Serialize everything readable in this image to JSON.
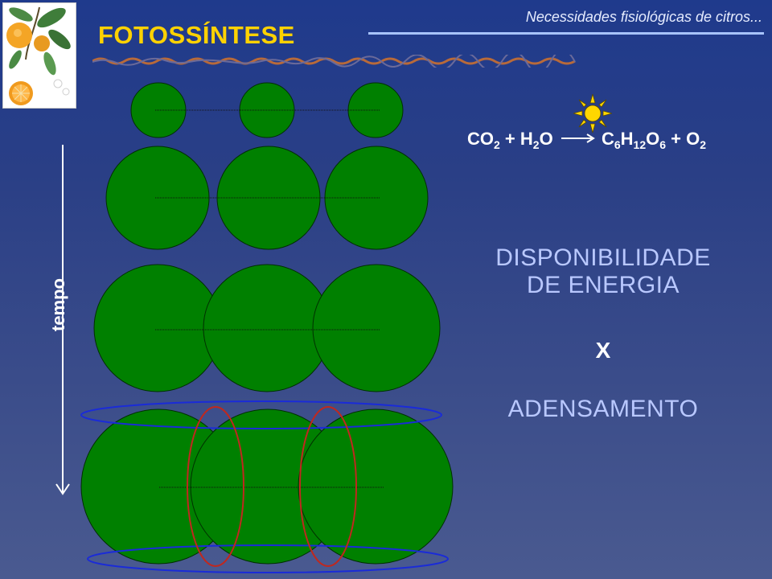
{
  "header": {
    "title": "FOTOSSÍNTESE",
    "subtitle": "Necessidades fisiológicas de citros..."
  },
  "timeline": {
    "label": "tempo"
  },
  "equation": {
    "co2_base": "CO",
    "co2_sub": "2",
    "plus1": "+",
    "h2o_h": "H",
    "h2o_sub": "2",
    "h2o_o": "O",
    "glucose_c": "C",
    "glucose_c_sub": "6",
    "glucose_h": "H",
    "glucose_h_sub": "12",
    "glucose_o": "O",
    "glucose_o_sub": "6",
    "plus2": "+",
    "o2_base": "O",
    "o2_sub": "2"
  },
  "right_text": {
    "line1": "DISPONIBILIDADE",
    "line2": "DE ENERGIA",
    "versus": "X",
    "line3": "ADENSAMENTO"
  },
  "colors": {
    "tree_green": "#008000",
    "title_yellow": "#ffd200",
    "sun_yellow": "#ffd700",
    "blue_ellipse": "#1a2bd8",
    "red_ellipse": "#c0281e"
  },
  "icons": {
    "citrus_illustration": "orange-branch-icon",
    "sun": "sun-icon"
  }
}
